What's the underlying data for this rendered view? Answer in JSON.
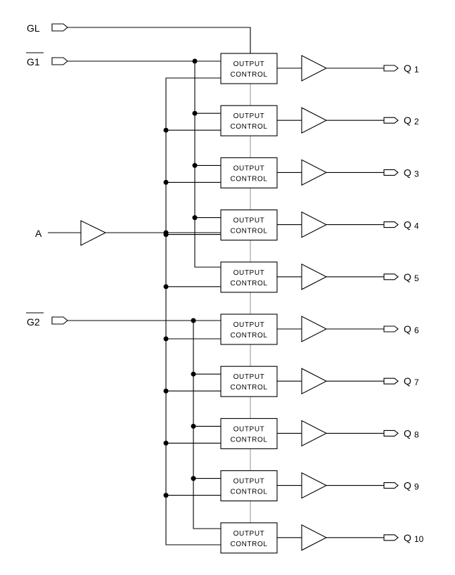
{
  "inputs": {
    "gl": "GL",
    "g1": "G1",
    "g2": "G2",
    "a": "A"
  },
  "block_label": [
    "OUTPUT",
    "CONTROL"
  ],
  "channels": [
    {
      "q": "Q",
      "n": "1",
      "enable": "G1"
    },
    {
      "q": "Q",
      "n": "2",
      "enable": "G1"
    },
    {
      "q": "Q",
      "n": "3",
      "enable": "G1"
    },
    {
      "q": "Q",
      "n": "4",
      "enable": "G1"
    },
    {
      "q": "Q",
      "n": "5",
      "enable": "G1"
    },
    {
      "q": "Q",
      "n": "6",
      "enable": "G2"
    },
    {
      "q": "Q",
      "n": "7",
      "enable": "G2"
    },
    {
      "q": "Q",
      "n": "8",
      "enable": "G2"
    },
    {
      "q": "Q",
      "n": "9",
      "enable": "G2"
    },
    {
      "q": "Q",
      "n": "10",
      "enable": "G2"
    }
  ],
  "colors": {
    "line": "#000000",
    "gl_bus": "#9a9a9a",
    "background": "#ffffff"
  }
}
